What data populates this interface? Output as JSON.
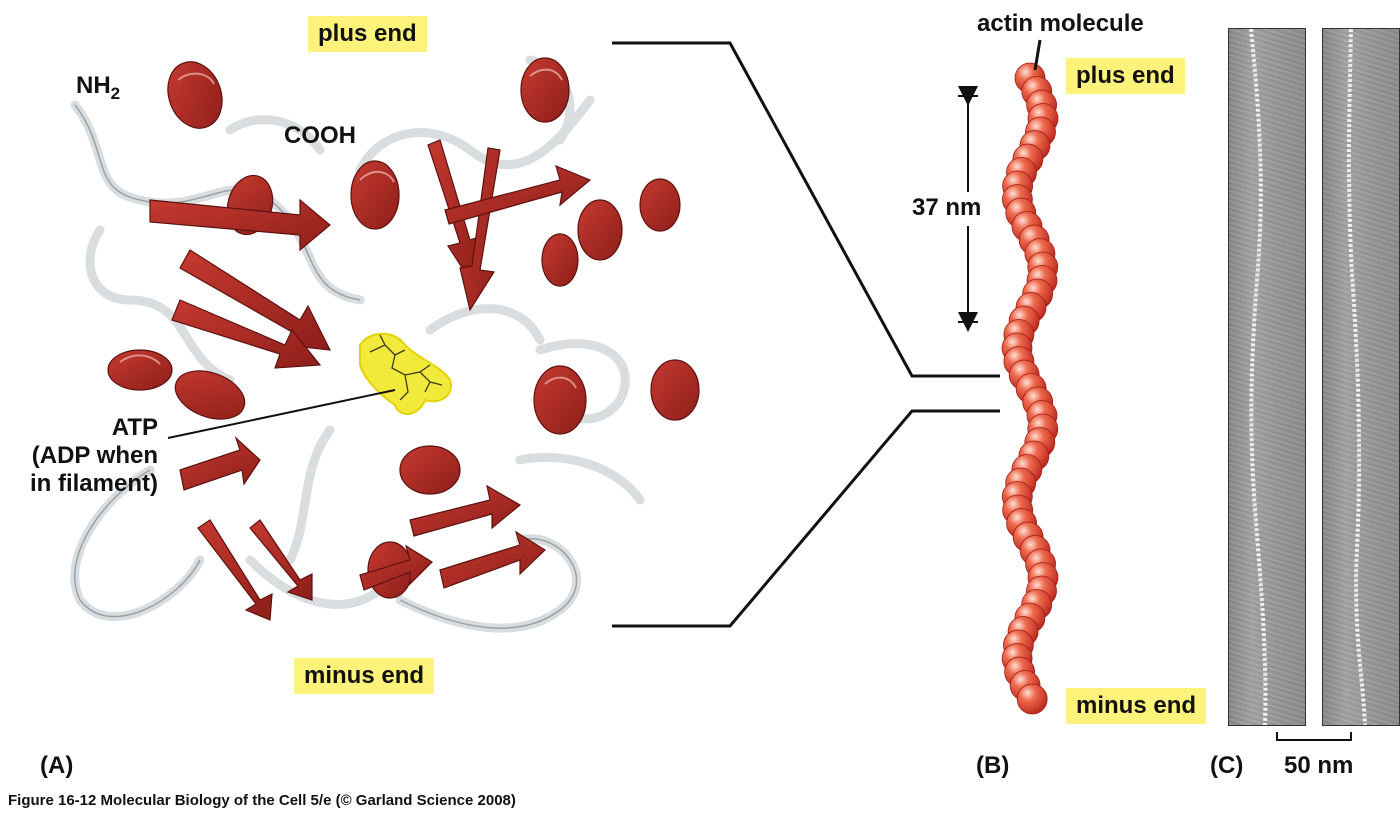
{
  "panel_a": {
    "letter": "(A)",
    "plus_end": "plus end",
    "minus_end": "minus end",
    "nh2_main": "NH",
    "nh2_sub": "2",
    "cooh": "COOH",
    "atp_lines": [
      "ATP",
      "(ADP when",
      "in filament)"
    ]
  },
  "panel_b": {
    "letter": "(B)",
    "actin_molecule": "actin molecule",
    "plus_end": "plus end",
    "minus_end": "minus end",
    "repeat_label": "37 nm"
  },
  "panel_c": {
    "letter": "(C)",
    "scale_label": "50 nm"
  },
  "caption": "Figure 16-12  Molecular Biology of the Cell 5/e (© Garland Science 2008)",
  "colors": {
    "highlight": "#fdf27a",
    "helix_red": "#b8322c",
    "coil_grey": "#d9dde0",
    "atp_yellow": "#f2ea3a",
    "sphere_red": "#e0402e"
  }
}
